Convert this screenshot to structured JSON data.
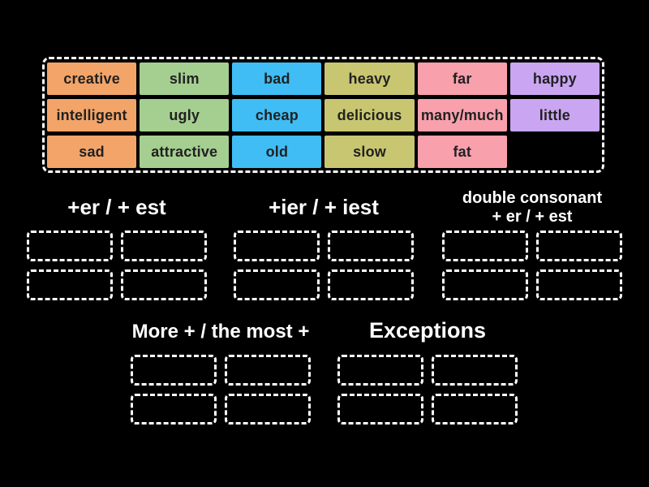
{
  "background": "#000000",
  "heading_color": "#ffffff",
  "tile_text_color": "#212121",
  "tray": {
    "tiles": [
      {
        "label": "creative",
        "color": "#f3a469"
      },
      {
        "label": "slim",
        "color": "#a5cf90"
      },
      {
        "label": "bad",
        "color": "#3fbdf4"
      },
      {
        "label": "heavy",
        "color": "#c9c671"
      },
      {
        "label": "far",
        "color": "#f9a0ad"
      },
      {
        "label": "happy",
        "color": "#c9a5f2"
      },
      {
        "label": "intelligent",
        "color": "#f3a469"
      },
      {
        "label": "ugly",
        "color": "#a5cf90"
      },
      {
        "label": "cheap",
        "color": "#3fbdf4"
      },
      {
        "label": "delicious",
        "color": "#c9c671"
      },
      {
        "label": "many/much",
        "color": "#f9a0ad"
      },
      {
        "label": "little",
        "color": "#c9a5f2"
      },
      {
        "label": "sad",
        "color": "#f3a469"
      },
      {
        "label": "attractive",
        "color": "#a5cf90"
      },
      {
        "label": "old",
        "color": "#3fbdf4"
      },
      {
        "label": "slow",
        "color": "#c9c671"
      },
      {
        "label": "fat",
        "color": "#f9a0ad"
      }
    ]
  },
  "groups": [
    {
      "label": "+er / + est",
      "slots": 4
    },
    {
      "label": "+ier / + iest",
      "slots": 4
    },
    {
      "label": "double consonant\n+ er / + est",
      "slots": 4
    },
    {
      "label": "More + / the most +",
      "slots": 4
    },
    {
      "label": "Exceptions",
      "slots": 4
    }
  ]
}
